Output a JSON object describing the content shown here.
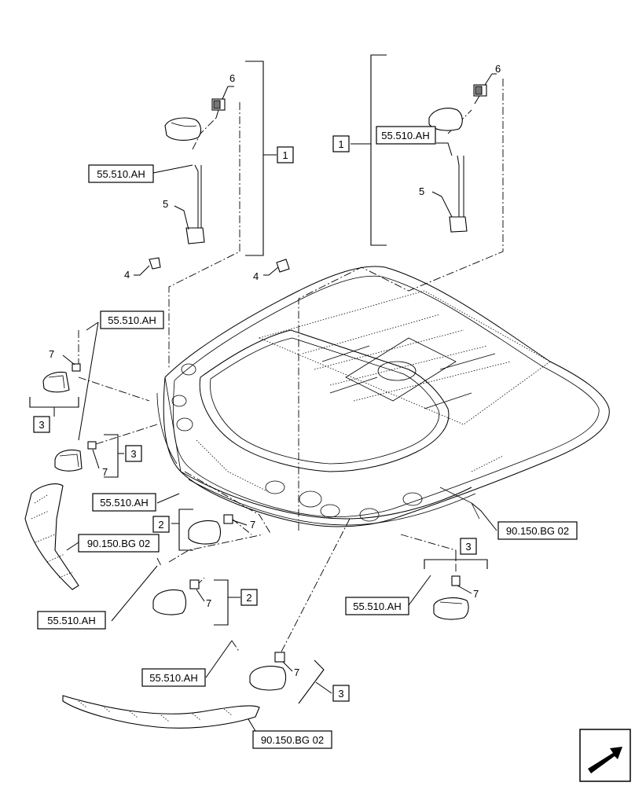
{
  "refs": {
    "r1": "55.510.AH",
    "r2": "55.510.AH",
    "r3": "55.510.AH",
    "r4": "55.510.AH",
    "r5": "55.510.AH",
    "r6": "55.510.AH",
    "r7": "55.510.AH",
    "r8": "90.150.BG 02",
    "r9": "90.150.BG 02",
    "r10": "90.150.BG 02"
  },
  "groups": {
    "g1a": "1",
    "g1b": "1",
    "g2a": "2",
    "g2b": "2",
    "g3a": "3",
    "g3b": "3",
    "g3c": "3",
    "g3d": "3"
  },
  "callouts": {
    "c6a": "6",
    "c6b": "6",
    "c5a": "5",
    "c5b": "5",
    "c4a": "4",
    "c4b": "4",
    "c7a": "7",
    "c7b": "7",
    "c7c": "7",
    "c7d": "7",
    "c7e": "7",
    "c7f": "7"
  }
}
